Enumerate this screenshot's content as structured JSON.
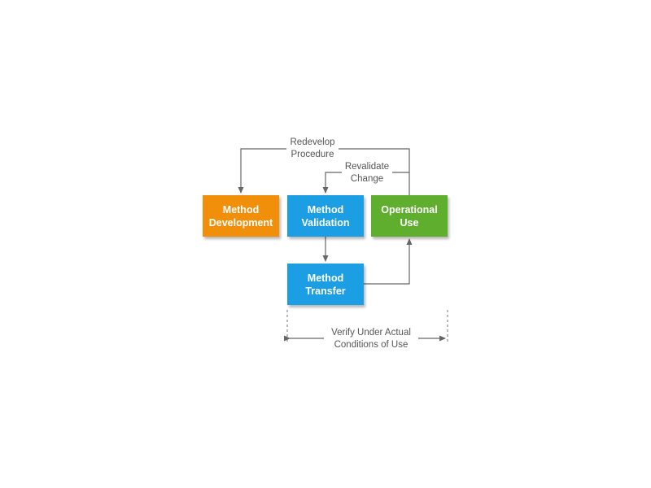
{
  "boxes": {
    "method_development": {
      "line1": "Method",
      "line2": "Development",
      "color": "#f18f0b"
    },
    "method_validation": {
      "line1": "Method",
      "line2": "Validation",
      "color": "#1b9ee3"
    },
    "operational_use": {
      "line1": "Operational",
      "line2": "Use",
      "color": "#5fae2e"
    },
    "method_transfer": {
      "line1": "Method",
      "line2": "Transfer",
      "color": "#1b9ee3"
    }
  },
  "labels": {
    "redevelop": {
      "line1": "Redevelop",
      "line2": "Procedure"
    },
    "revalidate": {
      "line1": "Revalidate",
      "line2": "Change"
    },
    "verify": {
      "line1": "Verify Under Actual",
      "line2": "Conditions of Use"
    }
  },
  "colors": {
    "connector": "#666666"
  }
}
